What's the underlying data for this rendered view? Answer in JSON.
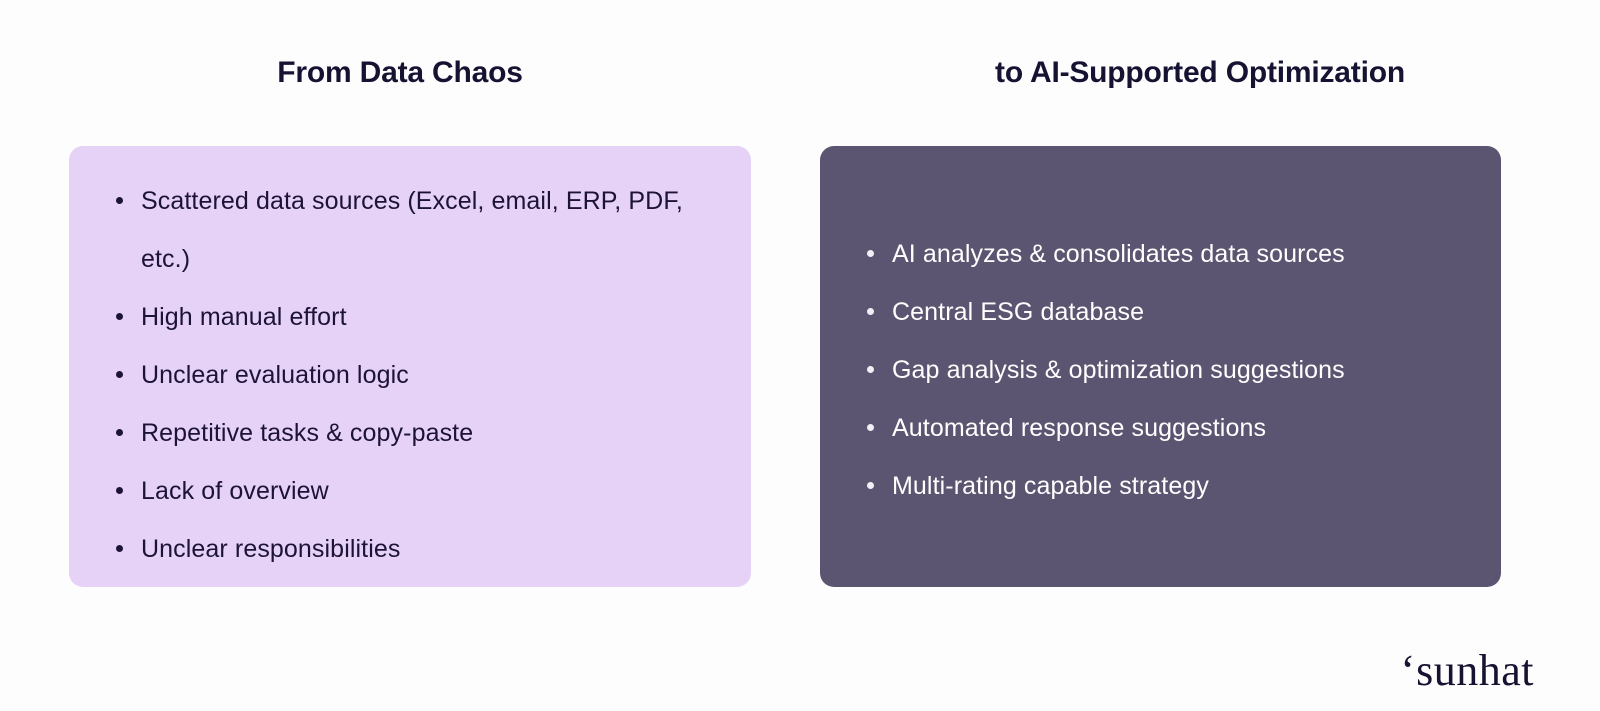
{
  "columns": {
    "left": {
      "heading": "From Data Chaos",
      "panel_color": "#e6d2f7",
      "text_color": "#1d1338",
      "items": [
        "Scattered data sources (Excel, email, ERP, PDF, etc.)",
        "High manual effort",
        "Unclear evaluation logic",
        "Repetitive tasks & copy-paste",
        "Lack of overview",
        "Unclear responsibilities"
      ]
    },
    "right": {
      "heading": "to AI-Supported Optimization",
      "panel_color": "#5c5571",
      "text_color": "#ffffff",
      "items": [
        "AI analyzes & consolidates data sources",
        "Central ESG database",
        "Gap analysis & optimization suggestions",
        "Automated response suggestions",
        "Multi-rating capable strategy"
      ]
    }
  },
  "logo": {
    "mark": "‘",
    "word": "sunhat",
    "color": "#151232"
  },
  "theme": {
    "background": "#fdfdfd",
    "heading_color": "#151232"
  }
}
